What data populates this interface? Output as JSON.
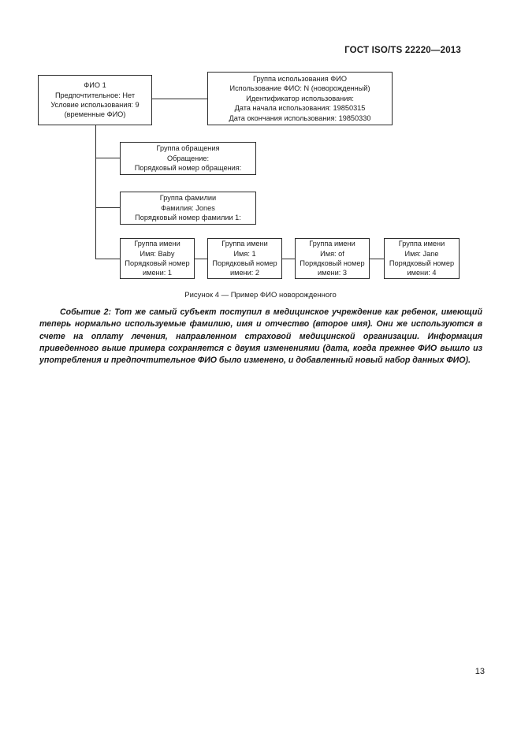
{
  "header": {
    "standard_title": "ГОСТ ISO/TS 22220—2013"
  },
  "figure": {
    "caption": "Рисунок 4 — Пример ФИО новорожденного",
    "nodes": {
      "name1": {
        "line1": "ФИО 1",
        "line2": "Предпочтительное: Нет",
        "line3": "Условие использования: 9",
        "line4": "(временные ФИО)"
      },
      "usage_group": {
        "line1": "Группа использования ФИО",
        "line2": "Использование ФИО: N (новорожденный)",
        "line3": "Идентификатор использования:",
        "line4": "Дата начала использования: 19850315",
        "line5": "Дата окончания использования: 19850330"
      },
      "title_group": {
        "line1": "Группа обращения",
        "line2": "Обращение:",
        "line3": "Порядковый номер обращения:"
      },
      "family_group": {
        "line1": "Группа фамилии",
        "line2": "Фамилия: Jones",
        "line3": "Порядковый номер фамилии 1:"
      },
      "given1": {
        "line1": "Группа имени",
        "line2": "Имя: Baby",
        "line3": "Порядковый номер",
        "line4": "имени: 1"
      },
      "given2": {
        "line1": "Группа имени",
        "line2": "Имя: 1",
        "line3": "Порядковый номер",
        "line4": "имени: 2"
      },
      "given3": {
        "line1": "Группа имени",
        "line2": "Имя: of",
        "line3": "Порядковый номер",
        "line4": "имени: 3"
      },
      "given4": {
        "line1": "Группа имени",
        "line2": "Имя: Jane",
        "line3": "Порядковый номер",
        "line4": "имени: 4"
      }
    }
  },
  "body": {
    "paragraph": "Событие 2: Тот же самый субъект поступил в медицинское учреждение как ребенок, имеющий теперь нормально используемые фамилию, имя и отчество (второе имя). Они же используются в счете на оплату лечения, направленном страховой медицинской организации. Информация приведенного выше примера сохраняется с двумя изменениями (дата, когда прежнее ФИО вышло из употребления и предпочтительное ФИО было изменено, и добавленный новый набор данных ФИО)."
  },
  "footer": {
    "page_number": "13"
  }
}
